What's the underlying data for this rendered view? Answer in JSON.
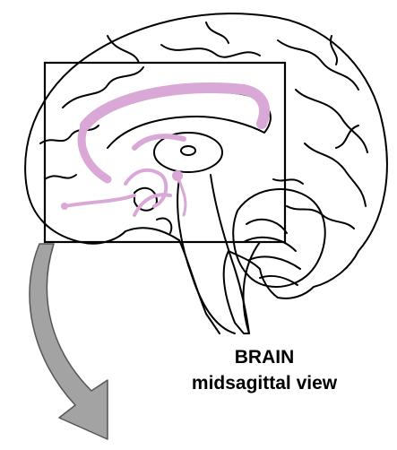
{
  "caption": {
    "title": "BRAIN",
    "subtitle": "midsagittal view"
  },
  "icons": {
    "brain": "brain-midsagittal-illustration",
    "limbic": "limbic-structures-highlight",
    "box": "zoom-region-box",
    "arrow": "curved-down-arrow"
  },
  "colors": {
    "outline": "#000000",
    "limbic": "#d9a8d6",
    "arrow_fill": "#a3a3a3",
    "background": "#ffffff"
  }
}
